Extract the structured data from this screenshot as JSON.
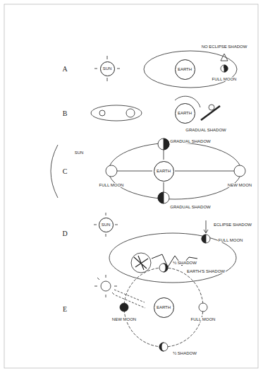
{
  "diagram": {
    "nodes": [
      {
        "text": [
          "SUN"
        ]
      },
      {
        "text": [
          "EARTH"
        ]
      },
      {
        "text": [
          "EARTH"
        ]
      },
      {
        "text": [
          "EARTH"
        ]
      },
      {
        "text": [
          "SUN"
        ]
      },
      {
        "text": [
          "EARTH"
        ]
      }
    ],
    "labels": [
      "A",
      "B",
      "C",
      "D",
      "E",
      "NO ECLIPSE SHADOW",
      "FULL MOON",
      "GRADUAL SHADOW",
      "SUN",
      "GRADUAL SHADOW",
      "FULL MOON",
      "NEW MOON",
      "GRADUAL SHADOW",
      "ECLIPSE SHADOW",
      "FULL MOON",
      "EARTH'S SHADOW",
      "½ SHADOW",
      "NEW MOON",
      "FULL MOON",
      "½ SHADOW"
    ]
  }
}
